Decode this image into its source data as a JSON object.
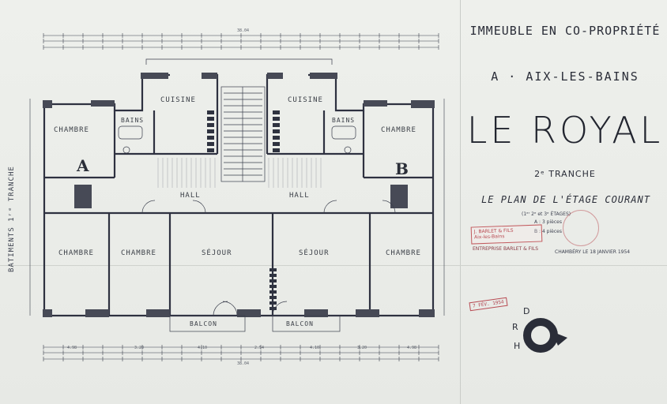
{
  "title_block": {
    "line1": "IMMEUBLE EN CO-PROPRIÉTÉ",
    "line2": "A · AIX-LES-BAINS",
    "main_title": "LE ROYAL",
    "tranche": "2ᵉ TRANCHE",
    "plan_title": "LE PLAN DE L'ÉTAGE COURANT",
    "floors_note": "(1ᵉʳ 2ᵉ et 3ᵉ ÉTAGES)",
    "apt_a": "A : 3 pièces",
    "apt_b": "B : 4 pièces",
    "city_date": "CHAMBÉRY LE 18 JANVIER 1954"
  },
  "stamps": {
    "architect_line1": "J. BARLET & FILS",
    "architect_line2": "ENTREPRISE BARLET & FILS",
    "architect_line3": "Aix-les-Bains",
    "date_stamp": "7 FÉV. 1954"
  },
  "side_label": "BATIMENTS 1ʳᵉ TRANCHE",
  "apartments": {
    "a_letter": "A",
    "b_letter": "B"
  },
  "rooms": {
    "chambre_a": "CHAMBRE",
    "cuisine_a": "CUISINE",
    "bains_a": "BAINS",
    "hall_a": "HALL",
    "chambre_a2": "CHAMBRE",
    "chambre_a3": "CHAMBRE",
    "sejour_a": "SÉJOUR",
    "balcon_a": "BALCON",
    "cuisine_b": "CUISINE",
    "bains_b": "BAINS",
    "chambre_b": "CHAMBRE",
    "hall_b": "HALL",
    "sejour_b": "SÉJOUR",
    "chambre_b2": "CHAMBRE",
    "balcon_b": "BALCON"
  },
  "dimensions": {
    "overall_top": "38.04",
    "overall_bottom": "38.04",
    "seg1": "4.98",
    "seg2": "3.20",
    "seg3": "4.10",
    "seg4": "2.54",
    "seg5": "4.10",
    "seg6": "3.20",
    "seg7": "4.98"
  },
  "logo": {
    "letters_left": "H",
    "letters_mid": "R",
    "letters_top": "D"
  },
  "colors": {
    "line": "#2e3140",
    "wall": "#3a3d4a",
    "stamp_red": "#b8474f",
    "paper": "#eceee9"
  }
}
